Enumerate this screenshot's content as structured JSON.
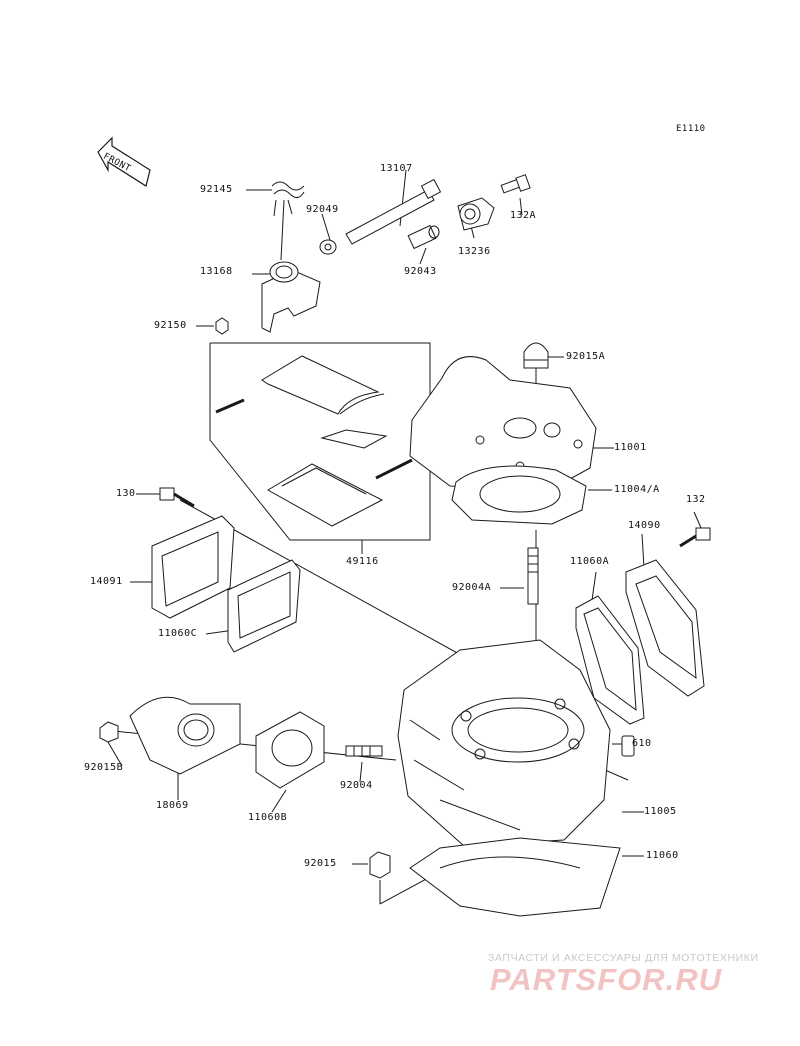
{
  "diagram": {
    "code": "E1110",
    "front_label": "FRONT",
    "labels": [
      {
        "id": "92145",
        "text": "92145"
      },
      {
        "id": "13107",
        "text": "13107"
      },
      {
        "id": "92049",
        "text": "92049"
      },
      {
        "id": "132A",
        "text": "132A"
      },
      {
        "id": "13236",
        "text": "13236"
      },
      {
        "id": "92043",
        "text": "92043"
      },
      {
        "id": "13168",
        "text": "13168"
      },
      {
        "id": "92150",
        "text": "92150"
      },
      {
        "id": "92015A",
        "text": "92015A"
      },
      {
        "id": "11001",
        "text": "11001"
      },
      {
        "id": "11004A",
        "text": "11004/A"
      },
      {
        "id": "130",
        "text": "130"
      },
      {
        "id": "132",
        "text": "132"
      },
      {
        "id": "14090",
        "text": "14090"
      },
      {
        "id": "49116",
        "text": "49116"
      },
      {
        "id": "11060A",
        "text": "11060A"
      },
      {
        "id": "14091",
        "text": "14091"
      },
      {
        "id": "92004A",
        "text": "92004A"
      },
      {
        "id": "11060C",
        "text": "11060C"
      },
      {
        "id": "610",
        "text": "610"
      },
      {
        "id": "92015B",
        "text": "92015B"
      },
      {
        "id": "92004",
        "text": "92004"
      },
      {
        "id": "18069",
        "text": "18069"
      },
      {
        "id": "11060B",
        "text": "11060B"
      },
      {
        "id": "11005",
        "text": "11005"
      },
      {
        "id": "92015",
        "text": "92015"
      },
      {
        "id": "11060",
        "text": "11060"
      }
    ]
  },
  "watermark": {
    "tagline": "ЗАПЧАСТИ И АКСЕССУАРЫ ДЛЯ МОТОТЕХНИКИ",
    "logo": "PARTSFOR.RU"
  },
  "colors": {
    "line": "#1a1a1a",
    "shade": "#e6e6e6",
    "watermark": "#f1c3c3"
  }
}
